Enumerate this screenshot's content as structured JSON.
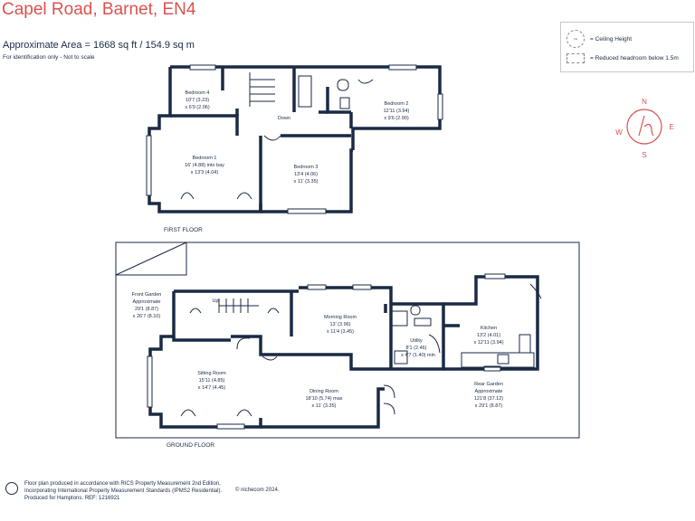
{
  "header": {
    "title": "Capel Road, Barnet, EN4",
    "area": "Approximate Area = 1668 sq ft / 154.9 sq m",
    "identification": "For identification only - Not to scale"
  },
  "legend": {
    "ceiling_height": "= Ceiling Height",
    "reduced_headroom": "= Reduced headroom below 1.5m"
  },
  "compass": {
    "n": "N",
    "s": "S",
    "e": "E",
    "w": "W"
  },
  "first_floor": {
    "label": "FIRST FLOOR",
    "down": "Down",
    "rooms": [
      {
        "name": "Bedroom 4",
        "dim1": "10'7 (3.23)",
        "dim2": "x 6'9 (2.06)"
      },
      {
        "name": "Bedroom 2",
        "dim1": "12'11 (3.94)",
        "dim2": "x 9'6 (2.90)"
      },
      {
        "name": "Bedroom 1",
        "dim1": "16' (4.88) into bay",
        "dim2": "x 13'3 (4.04)"
      },
      {
        "name": "Bedroom 3",
        "dim1": "13'4 (4.06)",
        "dim2": "x 11' (3.35)"
      }
    ]
  },
  "ground_floor": {
    "label": "GROUND FLOOR",
    "up": "Up",
    "front_garden": {
      "name": "Front Garden",
      "l1": "Approximate",
      "l2": "29'1 (8.87)",
      "l3": "x 26'7 (8.10)"
    },
    "rear_garden": {
      "name": "Rear Garden",
      "l1": "Approximate",
      "l2": "121'8 (37.12)",
      "l3": "x 29'1 (8.87)"
    },
    "rooms": [
      {
        "name": "Morning Room",
        "dim1": "13' (3.96)",
        "dim2": "x 11'4 (3.45)"
      },
      {
        "name": "Kitchen",
        "dim1": "13'2 (4.01)",
        "dim2": "x 12'11 (3.94)"
      },
      {
        "name": "Utility",
        "dim1": "8'1 (2.46)",
        "dim2": "x 4'7 (1.40) min"
      },
      {
        "name": "Sitting Room",
        "dim1": "15'11 (4.85)",
        "dim2": "x 14'7 (4.45)"
      },
      {
        "name": "Dining Room",
        "dim1": "18'10 (5.74) max",
        "dim2": "x 11' (3.35)"
      }
    ]
  },
  "footer": {
    "line1": "Floor plan produced in accordance with RICS Property Measurement 2nd Edition,",
    "line2": "Incorporating International Property Measurement Standards (IPMS2 Residential).",
    "line3": "Produced for Hamptons.   REF: 1216921",
    "copyright": "© nichecom 2024."
  },
  "colors": {
    "title": "#d9534f",
    "walls": "#1a2a44",
    "compass": "#d9534f"
  }
}
